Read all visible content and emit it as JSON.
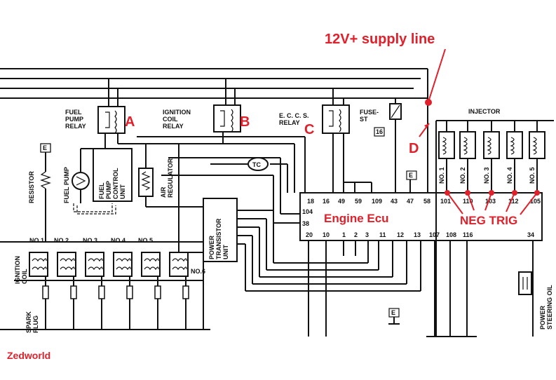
{
  "annotations": {
    "supply_line": "12V+ supply line",
    "label_a": "A",
    "label_b": "B",
    "label_c": "C",
    "label_d": "D",
    "ecu": "Engine Ecu",
    "neg_trig": "NEG TRIG",
    "watermark": "Zedworld",
    "red_color": "#e0202a"
  },
  "relays": {
    "fuel_pump": [
      "FUEL",
      "PUMP",
      "RELAY"
    ],
    "ignition_coil": [
      "IGNITION",
      "COIL",
      "RELAY"
    ],
    "eccs": [
      "E. C. C. S.",
      "RELAY"
    ]
  },
  "fuse": {
    "label": [
      "FUSE-",
      "ST"
    ],
    "number": "16"
  },
  "components": {
    "resistor": "RESISTOR",
    "fuel_pump": "FUEL PUMP",
    "fuel_pump_control": [
      "FUEL",
      "PUMP",
      "CONTROL",
      "UNIT"
    ],
    "air_regulator": [
      "AIR",
      "REGULATOR"
    ],
    "power_transistor": [
      "POWER",
      "TRANSISTOR",
      "UNIT"
    ],
    "tc": "TC",
    "injector": "INJECTOR",
    "ignition_coil": [
      "IGNITION",
      "COIL"
    ],
    "spark_plug": [
      "SPARK",
      "PLUG"
    ],
    "power_steering": [
      "POWER",
      "STEERING OIL"
    ]
  },
  "injectors": [
    "NO. 1",
    "NO. 2",
    "NO. 3",
    "NO. 4",
    "NO. 5"
  ],
  "coils": [
    "NO.1",
    "NO.2",
    "NO.3",
    "NO.4",
    "NO.5",
    "NO.6"
  ],
  "ecu_pins": {
    "top": [
      "18",
      "16",
      "49",
      "59",
      "109",
      "43",
      "47",
      "58",
      "101",
      "110",
      "103",
      "112",
      "105"
    ],
    "left": [
      "104",
      "38"
    ],
    "bottom": [
      "20",
      "10",
      "1",
      "2",
      "3",
      "11",
      "12",
      "13",
      "107",
      "108",
      "116",
      "34"
    ]
  },
  "ground_markers": [
    "E",
    "E",
    "E"
  ]
}
